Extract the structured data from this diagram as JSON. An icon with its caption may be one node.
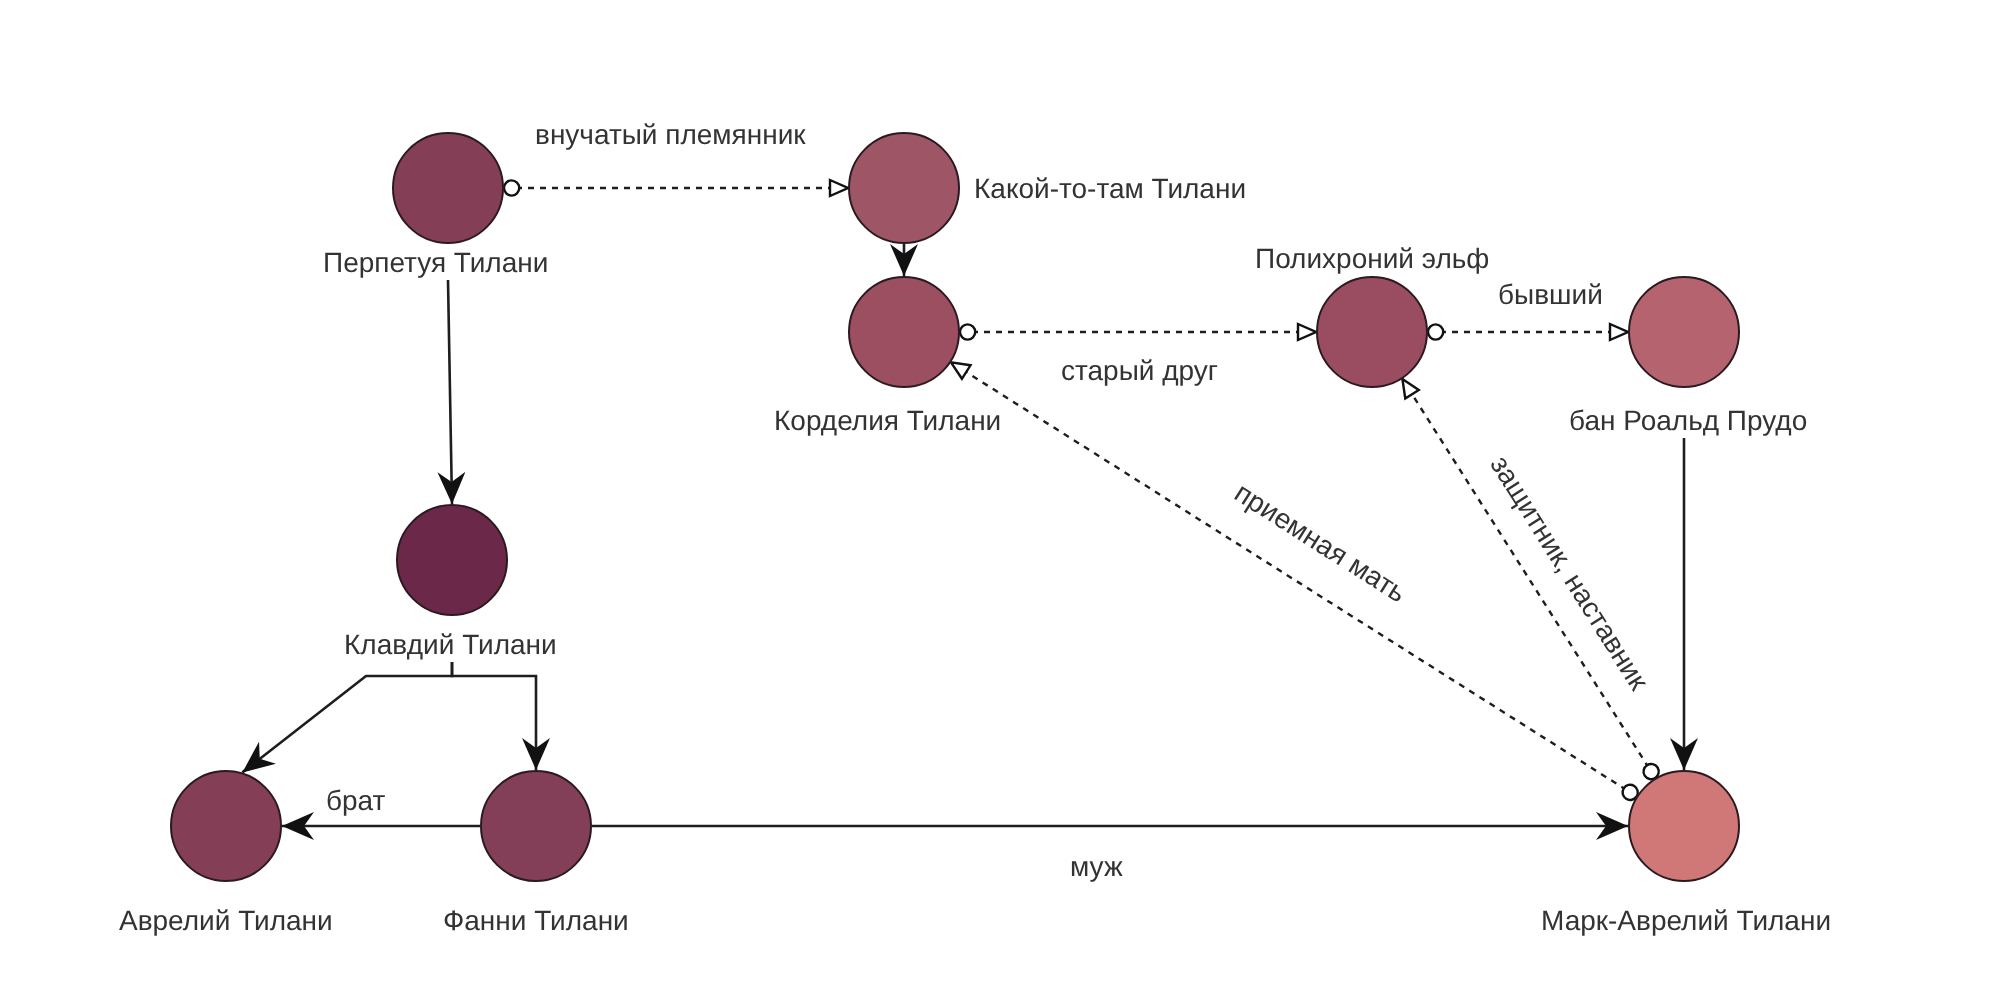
{
  "diagram": {
    "nodes": [
      {
        "text": [
          "Перпетуя Тилани"
        ]
      },
      {
        "text": [
          "Какой-то-там Тилани"
        ]
      },
      {
        "text": [
          "Корделия Тилани"
        ]
      },
      {
        "text": [
          "Полихроний эльф"
        ]
      },
      {
        "text": [
          "бан Роальд Прудо"
        ]
      },
      {
        "text": [
          "Клавдий Тилани"
        ]
      },
      {
        "text": [
          "Аврелий Тилани"
        ]
      },
      {
        "text": [
          "Фанни Тилани"
        ]
      },
      {
        "text": [
          "Марк-Аврелий Тилани"
        ]
      }
    ],
    "edges": [
      {
        "from": 0,
        "to": 1,
        "arrow": "to",
        "label": "внучатый племянник",
        "style": "dashed"
      },
      {
        "from": 1,
        "to": 2,
        "arrow": "to"
      },
      {
        "from": 2,
        "to": 3,
        "arrow": "to",
        "label": "старый друг",
        "style": "dashed"
      },
      {
        "from": 3,
        "to": 4,
        "arrow": "to",
        "label": "бывший",
        "style": "dashed"
      },
      {
        "from": 0,
        "to": 5,
        "arrow": "to"
      },
      {
        "from": 5,
        "to": 6,
        "arrow": "to"
      },
      {
        "from": 5,
        "to": 7,
        "arrow": "to"
      },
      {
        "from": 7,
        "to": 6,
        "arrow": "to",
        "label": "брат"
      },
      {
        "from": 7,
        "to": 8,
        "arrow": "to",
        "label": "муж"
      },
      {
        "from": 4,
        "to": 8,
        "arrow": "to"
      },
      {
        "from": 8,
        "to": 2,
        "arrow": "to",
        "label": "приемная мать",
        "style": "dashed"
      },
      {
        "from": 8,
        "to": 3,
        "arrow": "to",
        "label": "защитник, наставник",
        "style": "dashed"
      }
    ]
  }
}
